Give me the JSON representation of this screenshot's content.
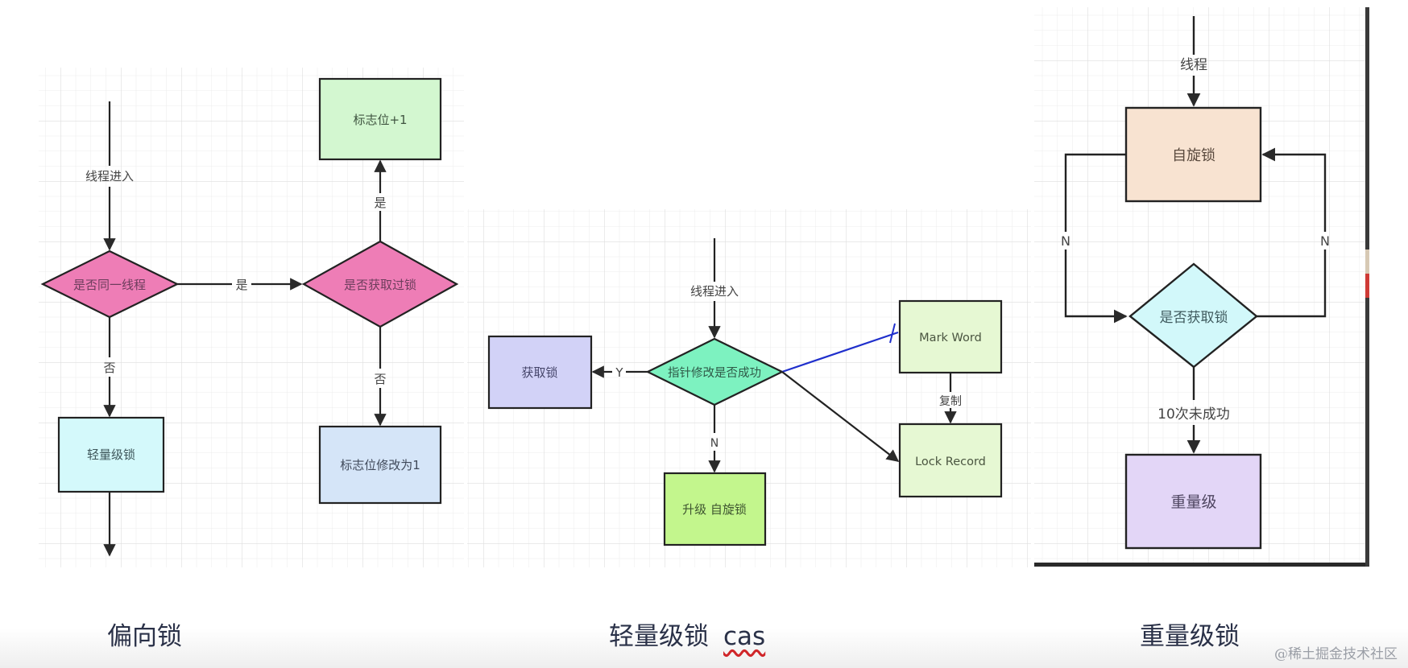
{
  "panels": [
    {
      "id": "biased",
      "caption": "偏向锁",
      "entry_label": "线程进入",
      "nodes": {
        "same_thread": "是否同一线程",
        "acquired_before": "是否获取过锁",
        "flag_plus_one": "标志位+1",
        "lightweight": "轻量级锁",
        "flag_set_one": "标志位修改为1"
      },
      "edges": {
        "same_thread_yes": "是",
        "same_thread_no": "否",
        "acquired_yes": "是",
        "acquired_no": "否"
      }
    },
    {
      "id": "lightweight",
      "caption": "轻量级锁",
      "caption_suffix": "cas",
      "entry_label": "线程进入",
      "nodes": {
        "cas_check": "指针修改是否成功",
        "acquire_lock": "获取锁",
        "upgrade_spin": "升级 自旋锁",
        "mark_word": "Mark Word",
        "lock_record": "Lock Record"
      },
      "edges": {
        "yes": "Y",
        "no": "N",
        "copy": "复制"
      }
    },
    {
      "id": "heavyweight",
      "caption": "重量级锁",
      "entry_label": "线程",
      "nodes": {
        "spin_lock": "自旋锁",
        "acquired_check": "是否获取锁",
        "heavy": "重量级"
      },
      "edges": {
        "left_no": "N",
        "right_no": "N",
        "ten_fail": "10次未成功"
      }
    }
  ],
  "watermark": "@稀土掘金技术社区",
  "colors": {
    "pink_diamond": "#ee7db6",
    "green_box": "#d3f7d0",
    "cyan_box": "#d4f9fb",
    "blue_box": "#d5e5f8",
    "teal_diamond": "#7df2c0",
    "lavender_box": "#d2d2f7",
    "lime_box": "#c3f68d",
    "pale_green_box": "#e6f8d3",
    "peach_box": "#f8e3d1",
    "light_cyan_diamond": "#d2f8fa",
    "purple_box": "#e3d6f7",
    "blue_link": "#1f2fcc",
    "stroke": "#222222"
  }
}
